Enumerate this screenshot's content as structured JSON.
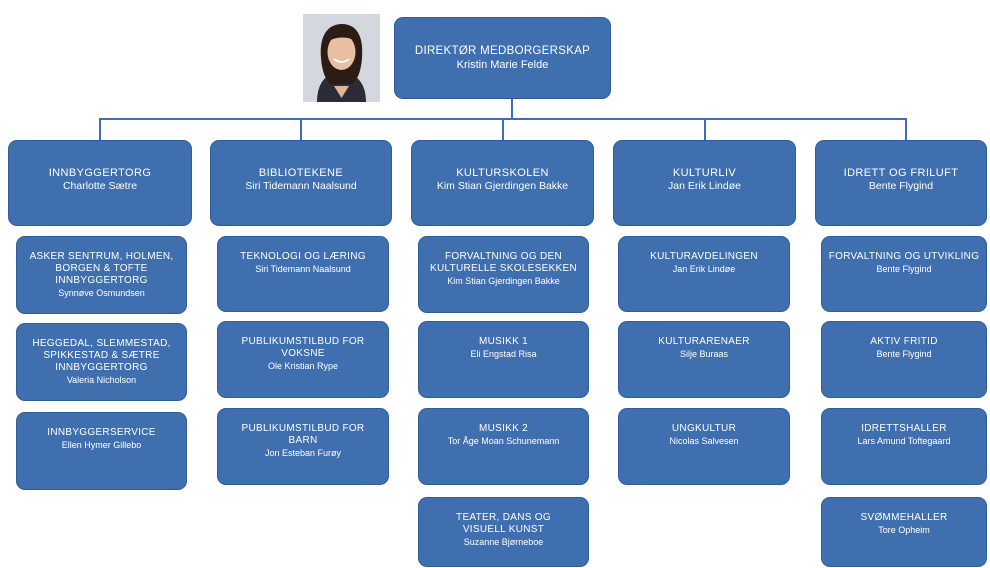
{
  "director": {
    "title": "DIREKTØR MEDBORGERSKAP",
    "name": "Kristin Marie Felde"
  },
  "departments": [
    {
      "title": "INNBYGGERTORG",
      "name": "Charlotte Sætre",
      "units": [
        {
          "title": "ASKER SENTRUM, HOLMEN,\nBORGEN & TOFTE\nINNBYGGERTORG",
          "name": "Synnøve Osmundsen"
        },
        {
          "title": "HEGGEDAL, SLEMMESTAD,\nSPIKKESTAD & SÆTRE\nINNBYGGERTORG",
          "name": "Valeria Nicholson"
        },
        {
          "title": "INNBYGGERSERVICE",
          "name": "Ellen Hymer Gillebo"
        }
      ]
    },
    {
      "title": "BIBLIOTEKENE",
      "name": "Siri Tidemann Naalsund",
      "units": [
        {
          "title": "TEKNOLOGI OG LÆRING",
          "name": "Siri Tidemann Naalsund"
        },
        {
          "title": "PUBLIKUMSTILBUD FOR\nVOKSNE",
          "name": "Ole Kristian Rype"
        },
        {
          "title": "PUBLIKUMSTILBUD FOR\nBARN",
          "name": "Jon Esteban Furøy"
        }
      ]
    },
    {
      "title": "KULTURSKOLEN",
      "name": "Kim Stian Gjerdingen Bakke",
      "units": [
        {
          "title": "FORVALTNING OG DEN\nKULTURELLE SKOLESEKKEN",
          "name": "Kim Stian Gjerdingen Bakke"
        },
        {
          "title": "MUSIKK 1",
          "name": "Eli Engstad Risa"
        },
        {
          "title": "MUSIKK 2",
          "name": "Tor Åge Moan Schunemann"
        },
        {
          "title": "TEATER, DANS OG\nVISUELL KUNST",
          "name": "Suzanne Bjørneboe"
        }
      ]
    },
    {
      "title": "KULTURLIV",
      "name": "Jan Erik Lindøe",
      "units": [
        {
          "title": "KULTURAVDELINGEN",
          "name": "Jan Erik Lindøe"
        },
        {
          "title": "KULTURARENAER",
          "name": "Silje Buraas"
        },
        {
          "title": "UNGKULTUR",
          "name": "Nicolas Salvesen"
        }
      ]
    },
    {
      "title": "IDRETT OG FRILUFT",
      "name": "Bente Flygind",
      "units": [
        {
          "title": "FORVALTNING OG UTVIKLING",
          "name": "Bente Flygind"
        },
        {
          "title": "AKTIV FRITID",
          "name": "Bente Flygind"
        },
        {
          "title": "IDRETTSHALLER",
          "name": "Lars Amund Toftegaard"
        },
        {
          "title": "SVØMMEHALLER",
          "name": "Tore Opheim"
        }
      ]
    }
  ]
}
